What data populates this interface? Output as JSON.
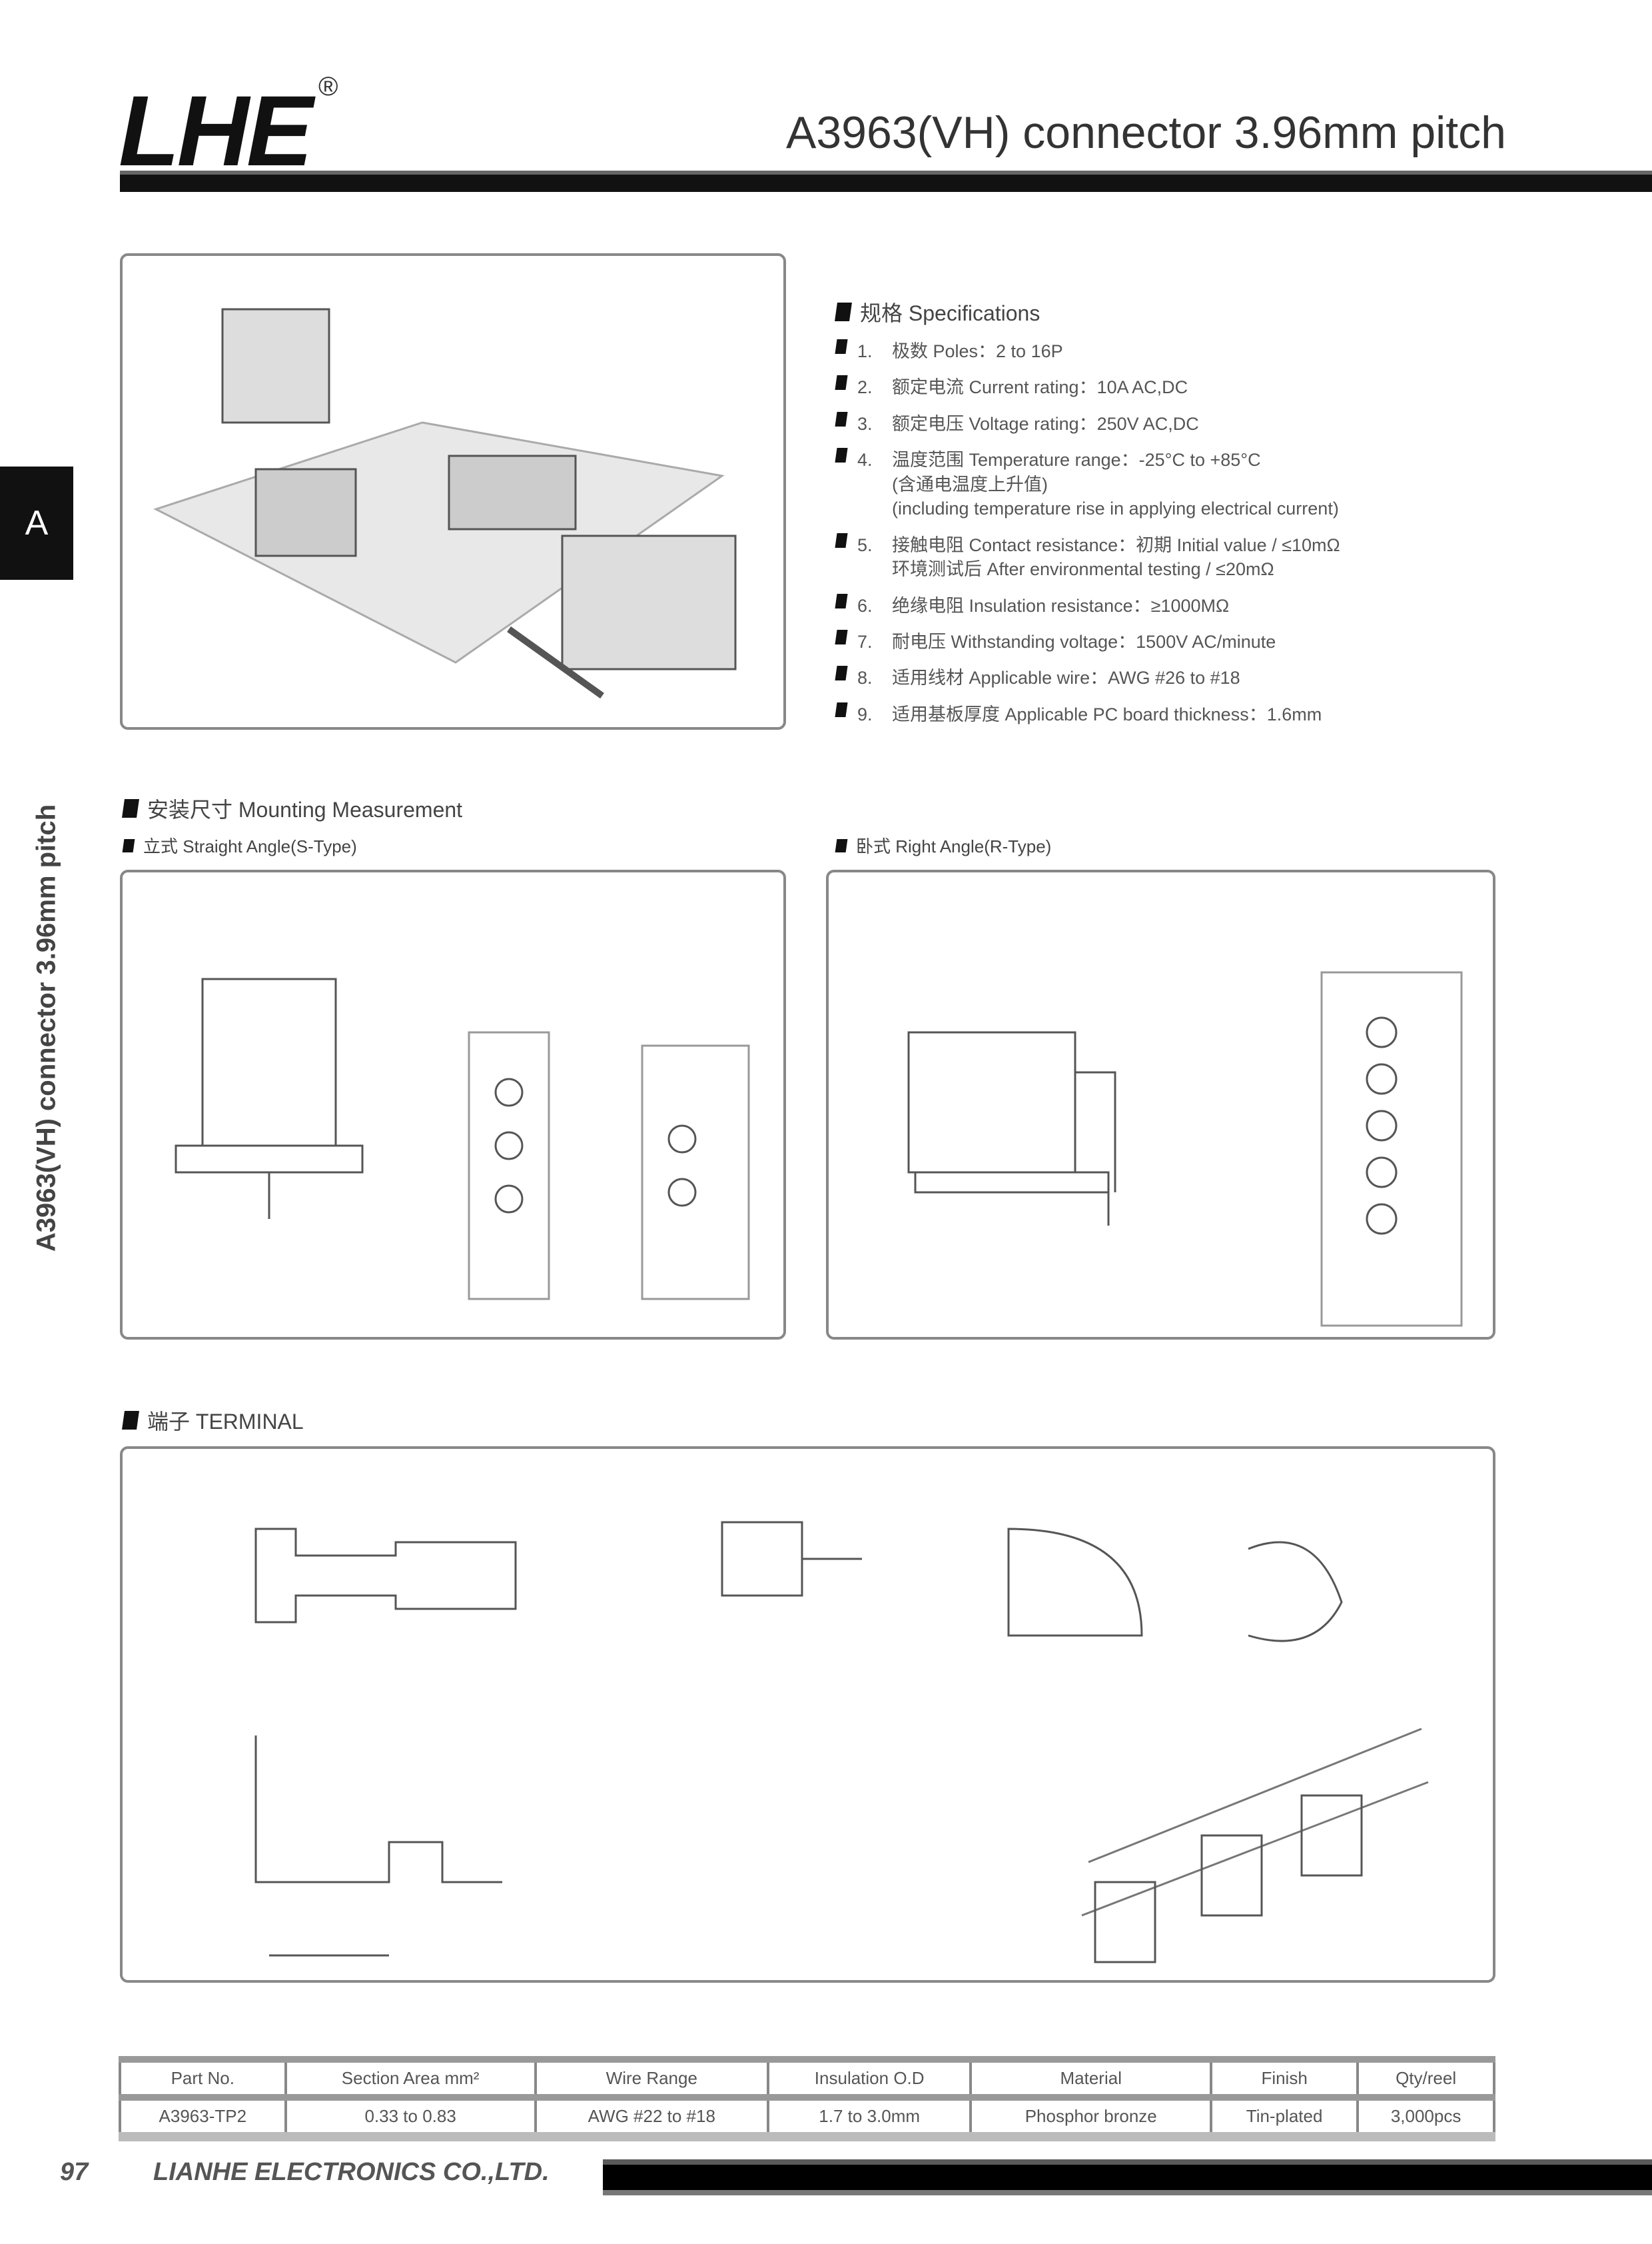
{
  "header": {
    "logo": "LHE",
    "registered": "®",
    "title": "A3963(VH) connector 3.96mm pitch"
  },
  "side": {
    "tab": "A",
    "vertical_title": "A3963(VH) connector 3.96mm pitch"
  },
  "specs": {
    "heading": "规格 Specifications",
    "items": [
      {
        "num": "1.",
        "lines": [
          "极数 Poles：2 to 16P"
        ]
      },
      {
        "num": "2.",
        "lines": [
          "额定电流 Current rating：10A AC,DC"
        ]
      },
      {
        "num": "3.",
        "lines": [
          "额定电压 Voltage rating：250V AC,DC"
        ]
      },
      {
        "num": "4.",
        "lines": [
          "温度范围 Temperature range：-25°C to +85°C",
          "(含通电温度上升值)",
          "(including temperature rise in applying electrical current)"
        ]
      },
      {
        "num": "5.",
        "lines": [
          "接触电阻 Contact resistance：初期 Initial value / ≤10mΩ",
          "环境测试后 After environmental testing / ≤20mΩ"
        ]
      },
      {
        "num": "6.",
        "lines": [
          "绝缘电阻 Insulation resistance：≥1000MΩ"
        ]
      },
      {
        "num": "7.",
        "lines": [
          "耐电压 Withstanding voltage：1500V AC/minute"
        ]
      },
      {
        "num": "8.",
        "lines": [
          "适用线材 Applicable wire：AWG #26 to #18"
        ]
      },
      {
        "num": "9.",
        "lines": [
          "适用基板厚度 Applicable PC board thickness：1.6mm"
        ]
      }
    ]
  },
  "mounting": {
    "heading": "安装尺寸 Mounting Measurement",
    "subheading": "立式 Straight Angle(S-Type)"
  },
  "rtype": {
    "heading": "卧式 Right Angle(R-Type)"
  },
  "terminal": {
    "heading": "端子 TERMINAL"
  },
  "table": {
    "headers": [
      "Part No.",
      "Section Area mm²",
      "Wire Range",
      "Insulation O.D",
      "Material",
      "Finish",
      "Qty/reel"
    ],
    "rows": [
      [
        "A3963-TP2",
        "0.33 to 0.83",
        "AWG #22 to #18",
        "1.7 to 3.0mm",
        "Phosphor bronze",
        "Tin-plated",
        "3,000pcs"
      ]
    ]
  },
  "footer": {
    "page": "97",
    "company": "LIANHE ELECTRONICS CO.,LTD."
  }
}
